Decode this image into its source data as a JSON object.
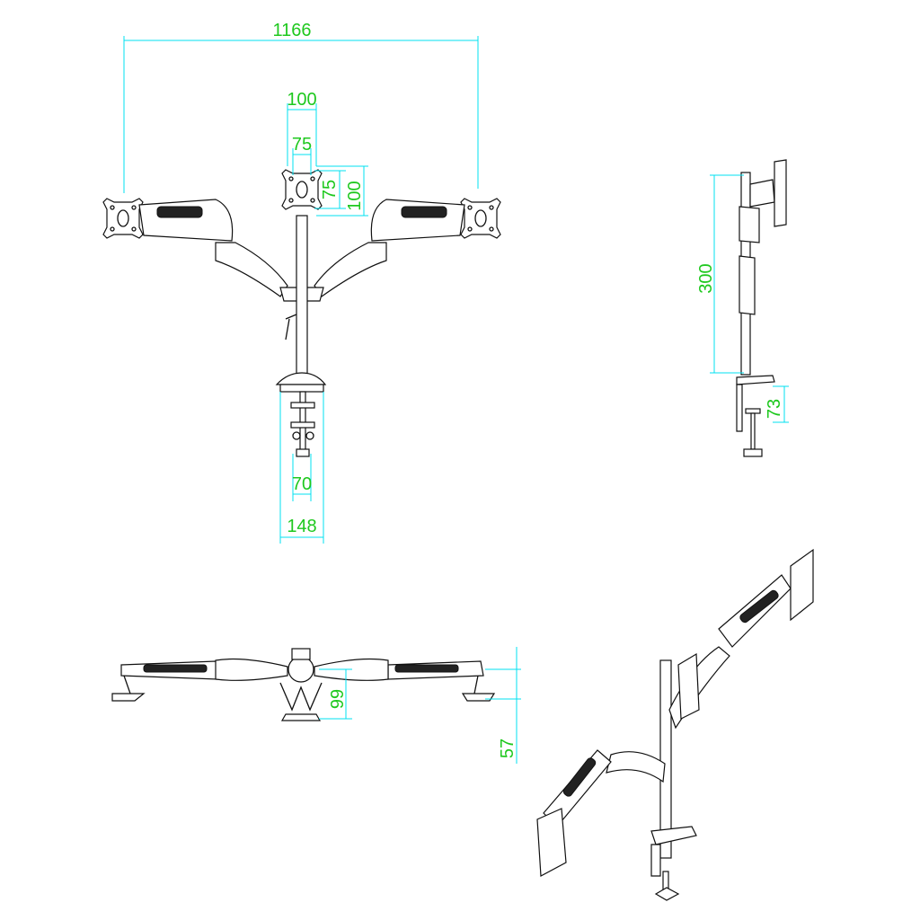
{
  "title": "Triple monitor arm dimension drawing",
  "colors": {
    "dimension_line": "#00e0f0",
    "dimension_text": "#1ec81e",
    "drawing": "#111111"
  },
  "dimensions": {
    "total_width": "1166",
    "vesa_outer_width": "100",
    "vesa_inner_width": "75",
    "vesa_inner_height": "75",
    "vesa_outer_height": "100",
    "clamp_inner": "70",
    "clamp_outer": "148",
    "pole_height": "300",
    "clamp_opening": "73",
    "bottom_depth": "99",
    "arm_height": "57"
  }
}
